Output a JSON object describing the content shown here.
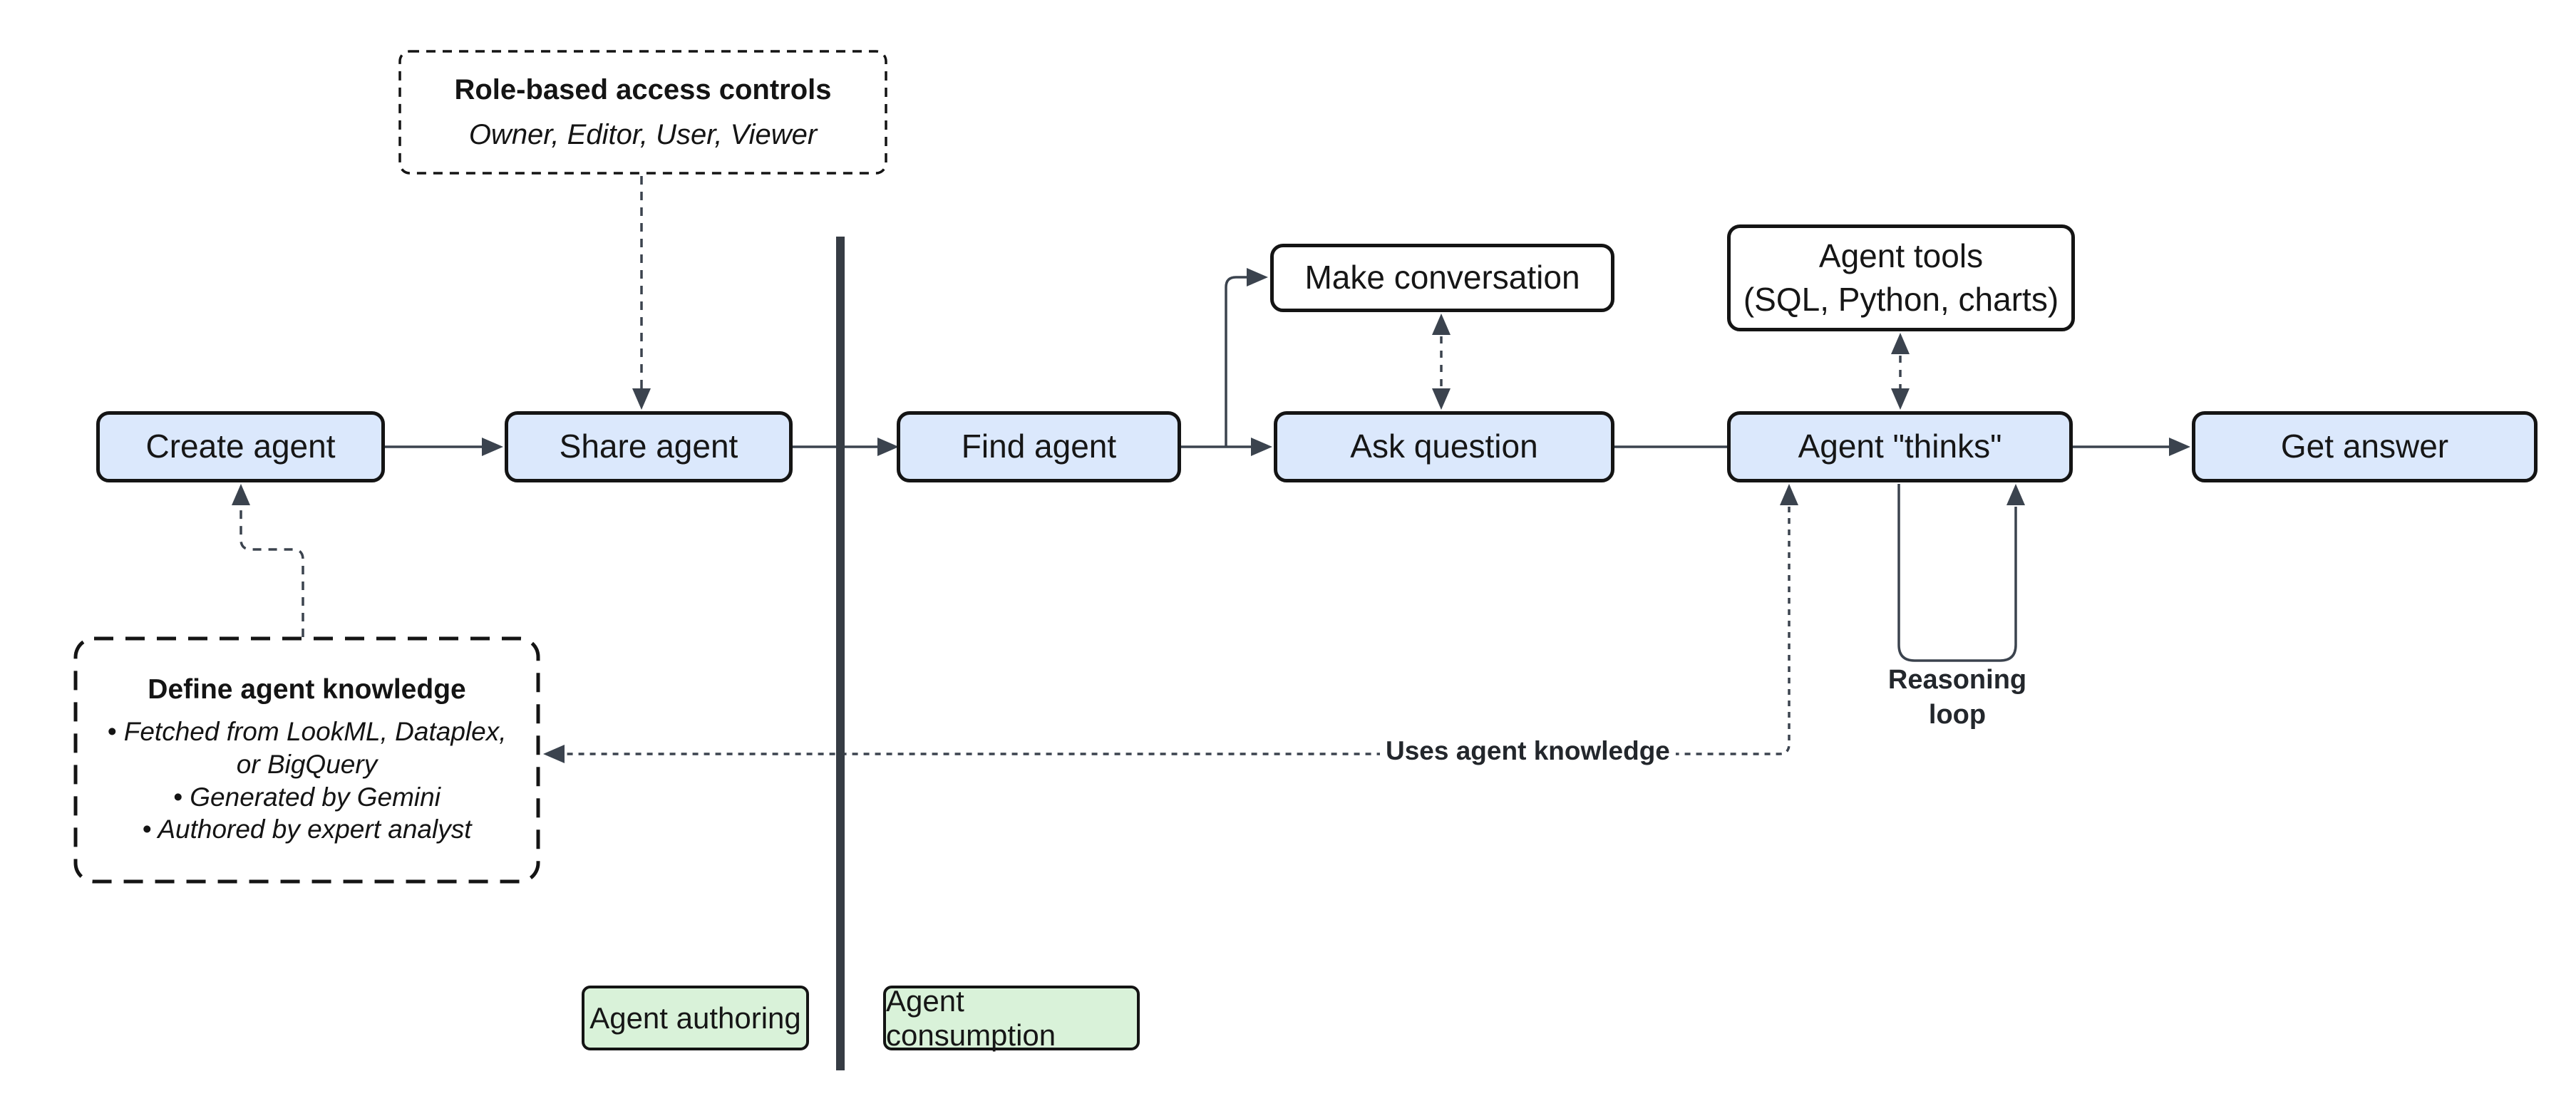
{
  "diagram": {
    "nodes": {
      "create_agent": {
        "label": "Create agent"
      },
      "share_agent": {
        "label": "Share agent"
      },
      "find_agent": {
        "label": "Find agent"
      },
      "ask_question": {
        "label": "Ask question"
      },
      "agent_thinks": {
        "label": "Agent \"thinks\""
      },
      "get_answer": {
        "label": "Get answer"
      },
      "make_conversation": {
        "label": "Make conversation"
      },
      "agent_tools": {
        "line1": "Agent tools",
        "line2": "(SQL, Python, charts)"
      }
    },
    "notes": {
      "rbac": {
        "title": "Role-based access controls",
        "subtitle": "Owner, Editor, User, Viewer"
      },
      "knowledge": {
        "title": "Define agent knowledge",
        "items": [
          "• Fetched from LookML, Dataplex,",
          "or BigQuery",
          "• Generated by Gemini",
          "• Authored by expert analyst"
        ]
      }
    },
    "annotations": {
      "reasoning_loop_line1": "Reasoning",
      "reasoning_loop_line2": "loop",
      "uses_agent_knowledge": "Uses agent knowledge"
    },
    "zones": {
      "authoring": "Agent authoring",
      "consumption": "Agent consumption"
    },
    "colors": {
      "node_fill_blue": "#dbe8fc",
      "node_fill_white": "#ffffff",
      "zone_fill_green": "#d9f2d9",
      "node_border": "#141414",
      "connector": "#3b434e",
      "divider": "#363c44",
      "background": "#ffffff"
    }
  }
}
